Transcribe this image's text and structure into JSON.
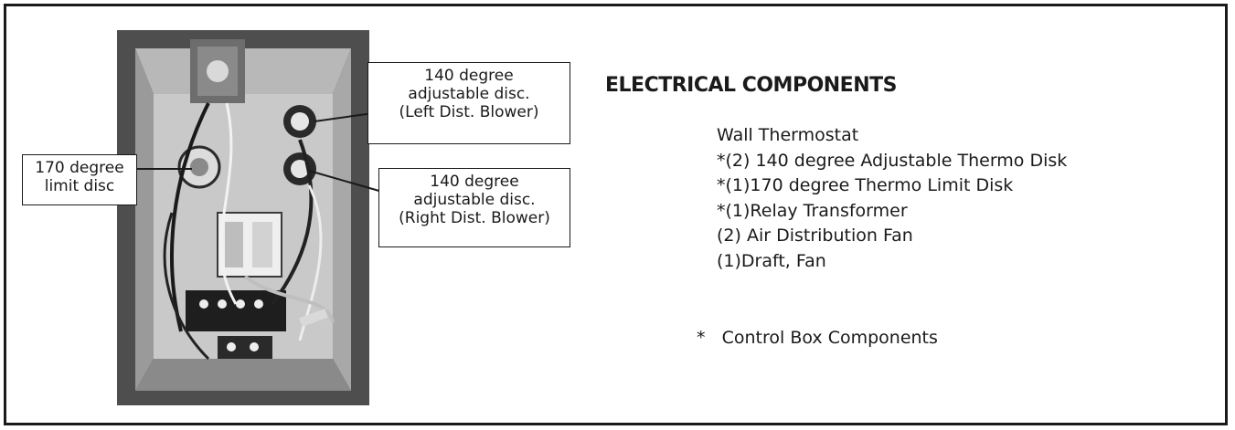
{
  "callouts": {
    "left_140": {
      "line1": "140 degree",
      "line2": "adjustable disc.",
      "line3": "(Left Dist. Blower)"
    },
    "limit_170": {
      "line1": "170 degree",
      "line2": "limit disc"
    },
    "right_140": {
      "line1": "140 degree",
      "line2": "adjustable disc.",
      "line3": "(Right Dist. Blower)"
    }
  },
  "heading": "ELECTRICAL COMPONENTS",
  "components": [
    "Wall Thermostat",
    "*(2) 140 degree Adjustable Thermo Disk",
    "*(1)170 degree Thermo Limit Disk",
    "*(1)Relay Transformer",
    "(2) Air Distribution Fan",
    "(1)Draft, Fan"
  ],
  "footnote": "*   Control Box Components",
  "colors": {
    "ink": "#1a1a1a",
    "photo_bg": "#5a5a5a"
  }
}
